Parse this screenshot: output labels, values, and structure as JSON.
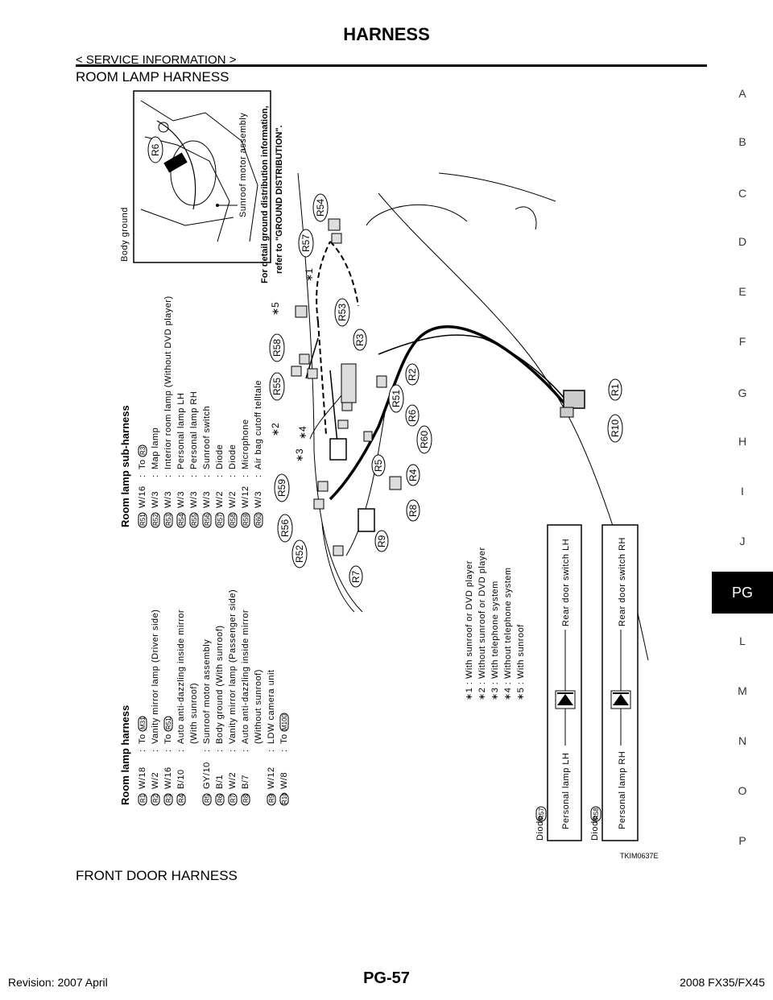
{
  "header": {
    "title": "HARNESS",
    "subtitle": "< SERVICE INFORMATION >"
  },
  "sections": {
    "room_lamp": "ROOM LAMP HARNESS",
    "front_door": "FRONT DOOR HARNESS"
  },
  "index": [
    "A",
    "B",
    "C",
    "D",
    "E",
    "F",
    "G",
    "H",
    "I",
    "J",
    "PG",
    "L",
    "M",
    "N",
    "O",
    "P"
  ],
  "active_index": "PG",
  "footer": {
    "revision": "Revision: 2007 April",
    "page": "PG-57",
    "model": "2008 FX35/FX45"
  },
  "diagram": {
    "harness_title": "Room  lamp  harness",
    "harness_rows": [
      {
        "tag": "R1",
        "code": "W/18",
        "desc": "To",
        "ref": "M31"
      },
      {
        "tag": "R2",
        "code": "W/2",
        "desc": "Vanity mirror lamp (Driver side)",
        "ref": ""
      },
      {
        "tag": "R3",
        "code": "W/16",
        "desc": "To",
        "ref": "R51"
      },
      {
        "tag": "R4",
        "code": "B/10",
        "desc": "Auto anti-dazzling inside mirror",
        "ref": "",
        "cont": "(With sunroof)"
      },
      {
        "tag": "R5",
        "code": "GY/10",
        "desc": "Sunroof motor assembly",
        "ref": ""
      },
      {
        "tag": "R6",
        "code": "B/1",
        "desc": "Body ground (With sunroof)",
        "ref": ""
      },
      {
        "tag": "R7",
        "code": "W/2",
        "desc": "Vanity mirror lamp (Passenger side)",
        "ref": ""
      },
      {
        "tag": "R8",
        "code": "B/7",
        "desc": "Auto anti-dazzling inside mirror",
        "ref": "",
        "cont": "(Without sunroof)"
      },
      {
        "tag": "R9",
        "code": "W/12",
        "desc": "LDW camera unit",
        "ref": ""
      },
      {
        "tag": "R10",
        "code": "W/8",
        "desc": "To",
        "ref": "M100"
      }
    ],
    "sub_title": "Room  lamp  sub-harness",
    "sub_rows": [
      {
        "tag": "R51",
        "code": "W/16",
        "desc": "To",
        "ref": "R3"
      },
      {
        "tag": "R52",
        "code": "W/3",
        "desc": "Map lamp",
        "ref": ""
      },
      {
        "tag": "R53",
        "code": "W/3",
        "desc": "Interior room lamp (Without DVD player)",
        "ref": ""
      },
      {
        "tag": "R54",
        "code": "W/3",
        "desc": "Personal lamp LH",
        "ref": ""
      },
      {
        "tag": "R55",
        "code": "W/3",
        "desc": "Personal lamp RH",
        "ref": ""
      },
      {
        "tag": "R56",
        "code": "W/3",
        "desc": "Sunroof switch",
        "ref": ""
      },
      {
        "tag": "R57",
        "code": "W/2",
        "desc": "Diode",
        "ref": ""
      },
      {
        "tag": "R58",
        "code": "W/2",
        "desc": "Diode",
        "ref": ""
      },
      {
        "tag": "R59",
        "code": "W/12",
        "desc": "Microphone",
        "ref": ""
      },
      {
        "tag": "R60",
        "code": "W/3",
        "desc": "Air bag cutoff telltale",
        "ref": ""
      }
    ],
    "notes": [
      "∗1 :  With  sunroof  or  DVD  player",
      "∗2 :  Without  sunroof  or  DVD  player",
      "∗3 :  With  telephone  system",
      "∗4 :  Without  telephone  system",
      "∗5 :  With  sunroof"
    ],
    "diode1": {
      "label": "Diode",
      "tag": "R57",
      "left": "Personal  lamp  LH",
      "right": "Rear  door  switch  LH"
    },
    "diode2": {
      "label": "Diode",
      "tag": "R58",
      "left": "Personal  lamp  RH",
      "right": "Rear  door  switch  RH"
    },
    "ground_note_1": "For  detail  ground  distribution  information,",
    "ground_note_2": "refer  to  \"GROUND  DISTRIBUTION\".",
    "inset_body_ground": "Body  ground",
    "inset_sunroof": "Sunroof  motor  assembly",
    "inset_r6": "R6",
    "figure_id": "TKIM0637E",
    "callouts": [
      "R54",
      "R57",
      "R53",
      "R58",
      "R55",
      "R3",
      "R2",
      "R51",
      "R6",
      "R60",
      "R4",
      "R5",
      "R8",
      "R9",
      "R7",
      "R52",
      "R56",
      "R59",
      "R1",
      "R10"
    ],
    "stars": [
      "∗1",
      "∗5",
      "∗2",
      "∗4",
      "∗3"
    ]
  }
}
